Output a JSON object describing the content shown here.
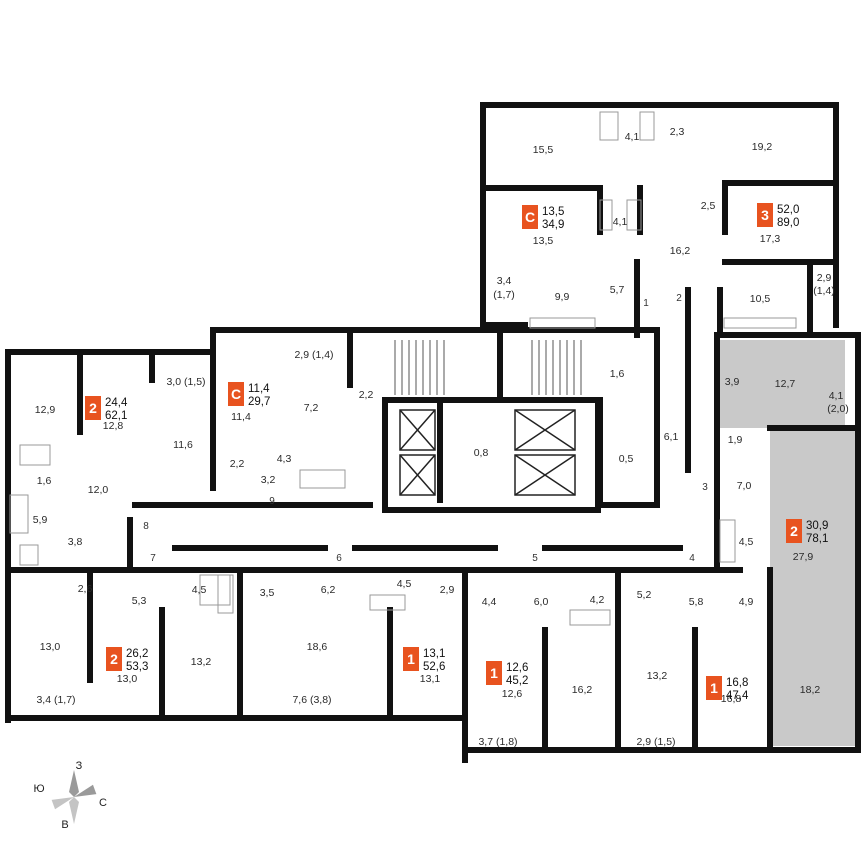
{
  "colors": {
    "wall": "#111111",
    "badge": "#e8531f",
    "highlight": "#c8c8c8",
    "fixture": "#999999"
  },
  "apartments": [
    {
      "id": "apt-2-left",
      "rooms": "2",
      "living": "24,4",
      "total": "62,1"
    },
    {
      "id": "apt-studio-left",
      "rooms": "С",
      "living": "11,4",
      "total": "29,7"
    },
    {
      "id": "apt-studio-top",
      "rooms": "С",
      "living": "13,5",
      "total": "34,9"
    },
    {
      "id": "apt-3-top",
      "rooms": "3",
      "living": "52,0",
      "total": "89,0"
    },
    {
      "id": "apt-2-right",
      "rooms": "2",
      "living": "30,9",
      "total": "78,1"
    },
    {
      "id": "apt-2-bottom",
      "rooms": "2",
      "living": "26,2",
      "total": "53,3"
    },
    {
      "id": "apt-1-a",
      "rooms": "1",
      "living": "13,1",
      "total": "52,6"
    },
    {
      "id": "apt-1-b",
      "rooms": "1",
      "living": "12,6",
      "total": "45,2"
    },
    {
      "id": "apt-1-c",
      "rooms": "1",
      "living": "16,8",
      "total": "47,4"
    }
  ],
  "room_areas": [
    "15,5",
    "4,1",
    "2,3",
    "19,2",
    "13,5",
    "4,1",
    "2,5",
    "17,3",
    "16,2",
    "9,9",
    "5,7",
    "3,4",
    "(1,7)",
    "10,5",
    "2,9",
    "(1,4)",
    "2,9 (1,4)",
    "7,2",
    "11,4",
    "3,0 (1,5)",
    "12,9",
    "12,8",
    "11,6",
    "2,2",
    "1,6",
    "6,1",
    "3,9",
    "12,7",
    "4,1",
    "(2,0)",
    "0,8",
    "0,5",
    "1,9",
    "4,3",
    "2,2",
    "3,2",
    "1,6",
    "12,0",
    "7,0",
    "5,9",
    "3,8",
    "4,5",
    "27,9",
    "2,6",
    "5,3",
    "4,5",
    "3,5",
    "6,2",
    "4,5",
    "2,9",
    "4,4",
    "6,0",
    "4,2",
    "5,2",
    "5,8",
    "4,9",
    "13,0",
    "13,0",
    "13,2",
    "18,6",
    "13,1",
    "12,6",
    "16,2",
    "13,2",
    "16,8",
    "18,2",
    "3,4 (1,7)",
    "7,6 (3,8)",
    "3,7 (1,8)",
    "2,9 (1,5)"
  ],
  "door_numbers": [
    "1",
    "2",
    "3",
    "4",
    "5",
    "6",
    "7",
    "8",
    "9"
  ],
  "compass": {
    "north": "З",
    "south": "В",
    "east": "С",
    "west": "Ю"
  }
}
